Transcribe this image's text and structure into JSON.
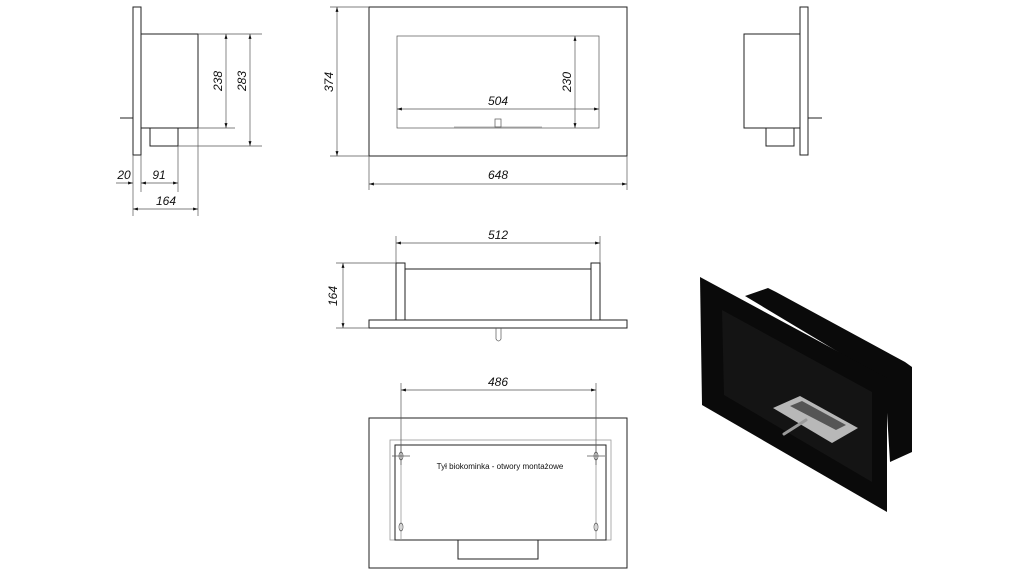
{
  "side_view": {
    "dims": {
      "depth_plate": "20",
      "depth_box": "91",
      "depth_total": "164",
      "height_body": "238",
      "height_total": "283"
    }
  },
  "front_view": {
    "dims": {
      "height": "374",
      "opening_height": "230",
      "opening_width": "504",
      "width": "648"
    }
  },
  "top_view": {
    "dims": {
      "width": "512",
      "depth": "164"
    }
  },
  "back_view": {
    "dims": {
      "hole_spacing": "486"
    },
    "note": "Tył biokominka - otwory montażowe"
  },
  "iso_view": {
    "body_color": "#0a0a0a",
    "burner_color": "#b8b8b8"
  }
}
